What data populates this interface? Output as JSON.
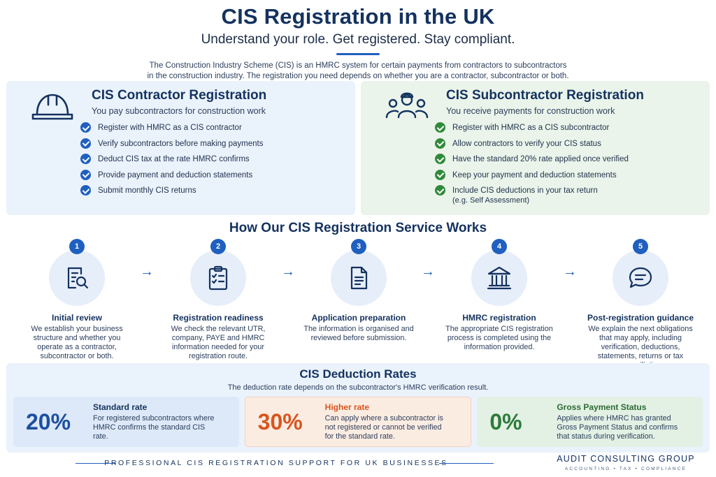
{
  "header": {
    "title": "CIS Registration in the UK",
    "subtitle": "Understand your role. Get registered. Stay compliant.",
    "intro_line1": "The Construction Industry Scheme (CIS) is an HMRC system for certain payments from contractors to subcontractors",
    "intro_line2": "in the construction industry. The registration you need depends on whether you are a contractor, subcontractor or both."
  },
  "contractor": {
    "title": "CIS Contractor Registration",
    "subtitle": "You pay subcontractors for construction work",
    "icon": "hard-hat-icon",
    "items": [
      {
        "text": "Register with HMRC as a CIS contractor"
      },
      {
        "text": "Verify subcontractors before making payments"
      },
      {
        "text": "Deduct CIS tax at the rate HMRC confirms"
      },
      {
        "text": "Provide payment and deduction statements"
      },
      {
        "text": "Submit monthly CIS returns"
      }
    ]
  },
  "subcontractor": {
    "title": "CIS Subcontractor Registration",
    "subtitle": "You receive payments for construction work",
    "icon": "workers-group-icon",
    "items": [
      {
        "text": "Register with HMRC as a CIS subcontractor"
      },
      {
        "text": "Allow contractors to verify your CIS status"
      },
      {
        "text": "Have the standard 20% rate applied once verified"
      },
      {
        "text": "Keep your payment and deduction statements"
      },
      {
        "text": "Include CIS deductions in your tax return",
        "note": "(e.g. Self Assessment)"
      }
    ]
  },
  "service": {
    "title": "How Our CIS Registration Service Works",
    "arrow": "→",
    "steps": [
      {
        "num": "1",
        "icon": "document-search-icon",
        "title": "Initial review",
        "desc": "We establish your business structure and whether you operate as a contractor, subcontractor or both."
      },
      {
        "num": "2",
        "icon": "clipboard-check-icon",
        "title": "Registration readiness",
        "desc": "We check the relevant UTR, company, PAYE and HMRC information needed for your registration route."
      },
      {
        "num": "3",
        "icon": "document-icon",
        "title": "Application preparation",
        "desc": "The information is organised and reviewed before submission."
      },
      {
        "num": "4",
        "icon": "government-building-icon",
        "title": "HMRC registration",
        "desc": "The appropriate CIS registration process is completed using the information provided."
      },
      {
        "num": "5",
        "icon": "chat-bubble-icon",
        "title": "Post-registration guidance",
        "desc": "We explain the next obligations that may apply, including verification, deductions, statements, returns or tax reconciliation."
      }
    ]
  },
  "rates": {
    "title": "CIS Deduction Rates",
    "subtitle": "The deduction rate depends on the subcontractor's HMRC verification result.",
    "cards": [
      {
        "pct": "20%",
        "name": "Standard rate",
        "desc": "For registered subcontractors where HMRC confirms the standard CIS rate."
      },
      {
        "pct": "30%",
        "name": "Higher rate",
        "desc": "Can apply where a subcontractor is not registered or cannot be verified for the standard rate."
      },
      {
        "pct": "0%",
        "name": "Gross Payment Status",
        "desc": "Applies where HMRC has granted Gross Payment Status and confirms that status during verification."
      }
    ]
  },
  "footer": {
    "tagline": "PROFESSIONAL CIS REGISTRATION SUPPORT FOR UK BUSINESSES",
    "brand_name": "AUDIT CONSULTING GROUP",
    "brand_tagline": "ACCOUNTING • TAX • COMPLIANCE"
  },
  "colors": {
    "navy": "#14325f",
    "accent_blue": "#1f5fbf",
    "contractor_bg": "#eaf2fc",
    "subcontractor_bg": "#eaf4ea",
    "check_green": "#2f8a3a",
    "higher_rate_orange": "#d9541e",
    "gross_green": "#2d7a3a"
  }
}
